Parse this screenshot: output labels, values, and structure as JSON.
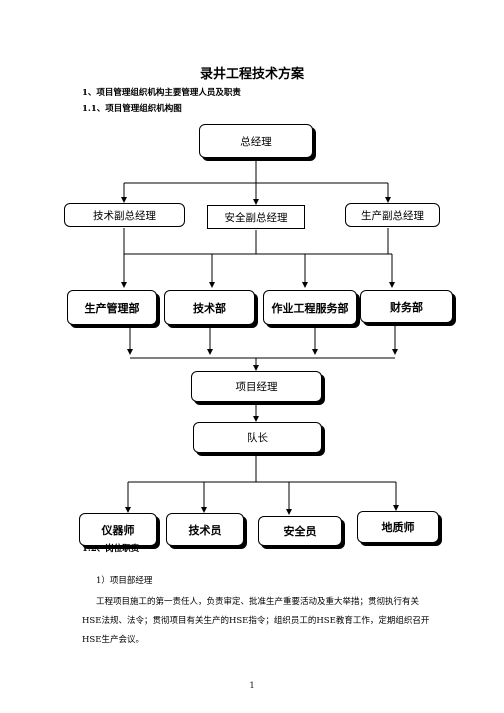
{
  "document": {
    "title": "录井工程技术方案",
    "heading_1": "1、项目管理组织机构主要管理人员及职责",
    "heading_1_1": "1.1、项目管理组织机构图",
    "heading_1_2": "1.2、岗位职责",
    "item_1": "1）项目部经理",
    "para_line_1": "工程项目施工的第一责任人，负责审定、批准生产重要活动及重大举措；贯彻执行有关",
    "para_line_2": "HSE法规、法令；贯彻项目有关生产的HSE指令；组织员工的HSE教育工作，定期组织召开",
    "para_line_3": "HSE生产会议。",
    "page_number": "1"
  },
  "org_chart": {
    "general_manager": "总经理",
    "deputies": [
      "技术副总经理",
      "安全副总经理",
      "生产副总经理"
    ],
    "departments": [
      "生产管理部",
      "技术部",
      "作业工程服务部",
      "财务部"
    ],
    "project_manager": "项目经理",
    "team_leader": "队长",
    "staff": [
      "仪器师",
      "技术员",
      "安全员",
      "地质师"
    ]
  }
}
